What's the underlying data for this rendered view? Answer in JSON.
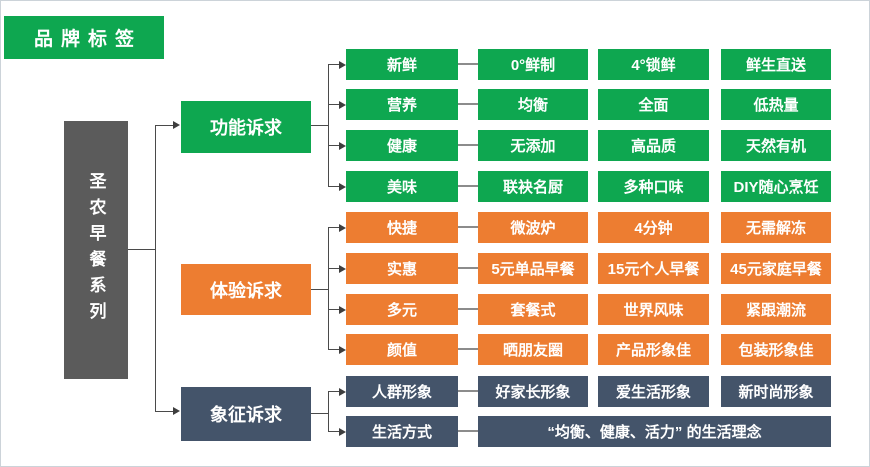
{
  "title": {
    "label": "品牌标签"
  },
  "root": {
    "label": "圣农早餐系列"
  },
  "colors": {
    "green": "#0ea750",
    "orange": "#ed7d31",
    "slate": "#44546a",
    "root_gray": "#5b5b5b",
    "connector": "#4a4a4a",
    "link_gray": "#8c8c8c",
    "canvas_border": "#ccd3d9",
    "text": "#ffffff"
  },
  "branches": [
    {
      "label": "功能诉求",
      "color": "green",
      "rows": [
        {
          "tag": "新鲜",
          "cells": [
            "0°鲜制",
            "4°锁鲜",
            "鲜生直送"
          ]
        },
        {
          "tag": "营养",
          "cells": [
            "均衡",
            "全面",
            "低热量"
          ]
        },
        {
          "tag": "健康",
          "cells": [
            "无添加",
            "高品质",
            "天然有机"
          ]
        },
        {
          "tag": "美味",
          "cells": [
            "联袂名厨",
            "多种口味",
            "DIY随心烹饪"
          ]
        }
      ]
    },
    {
      "label": "体验诉求",
      "color": "orange",
      "rows": [
        {
          "tag": "快捷",
          "cells": [
            "微波炉",
            "4分钟",
            "无需解冻"
          ]
        },
        {
          "tag": "实惠",
          "cells": [
            "5元单品早餐",
            "15元个人早餐",
            "45元家庭早餐"
          ]
        },
        {
          "tag": "多元",
          "cells": [
            "套餐式",
            "世界风味",
            "紧跟潮流"
          ]
        },
        {
          "tag": "颜值",
          "cells": [
            "晒朋友圈",
            "产品形象佳",
            "包装形象佳"
          ]
        }
      ]
    },
    {
      "label": "象征诉求",
      "color": "slate",
      "rows": [
        {
          "tag": "人群形象",
          "cells": [
            "好家长形象",
            "爱生活形象",
            "新时尚形象"
          ]
        },
        {
          "tag": "生活方式",
          "cells": [
            "“均衡、健康、活力” 的生活理念"
          ]
        }
      ]
    }
  ]
}
